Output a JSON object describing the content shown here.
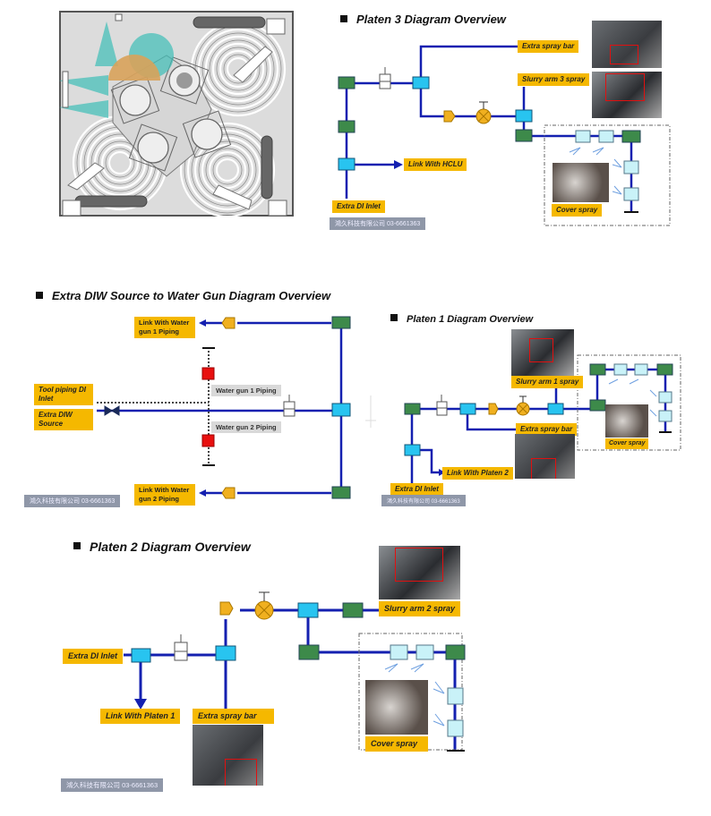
{
  "colors": {
    "pipe": "#1420b0",
    "green_block": "#3d8a4a",
    "cyan_block": "#28c4f0",
    "light_block": "#c9f2f8",
    "label_bg": "#f5b800",
    "valve": "#f0b020",
    "red_block": "#e8100f",
    "watermark_bg": "#8f97a8"
  },
  "watermark": "鴻久科技有限公司 03-6661363",
  "platen3": {
    "title": "Platen 3 Diagram Overview",
    "labels": {
      "extra_spray_bar": "Extra spray bar",
      "slurry_arm": "Slurry arm 3 spray",
      "link": "Link With HCLU",
      "inlet": "Extra DI Inlet",
      "cover_spray": "Cover  spray"
    }
  },
  "diw": {
    "title": "Extra DIW Source to Water Gun Diagram Overview",
    "labels": {
      "link_gun1": "Link With Water gun 1 Piping",
      "link_gun2": "Link With Water gun 2 Piping",
      "water_gun1": "Water gun 1 Piping",
      "water_gun2": "Water gun 2 Piping",
      "tool_piping": "Tool piping DI Inlet",
      "extra_diw": "Extra DIW Source"
    }
  },
  "platen1": {
    "title": "Platen 1 Diagram Overview",
    "labels": {
      "slurry_arm": "Slurry arm 1 spray",
      "extra_spray_bar": "Extra spray bar",
      "link": "Link With Platen 2",
      "inlet": "Extra DI Inlet",
      "cover_spray": "Cover spray"
    }
  },
  "platen2": {
    "title": "Platen 2 Diagram Overview",
    "labels": {
      "inlet": "Extra DI Inlet",
      "link": "Link With Platen 1",
      "extra_spray_bar": "Extra spray bar",
      "slurry_arm": "Slurry arm 2 spray",
      "cover_spray": "Cover  spray"
    }
  }
}
